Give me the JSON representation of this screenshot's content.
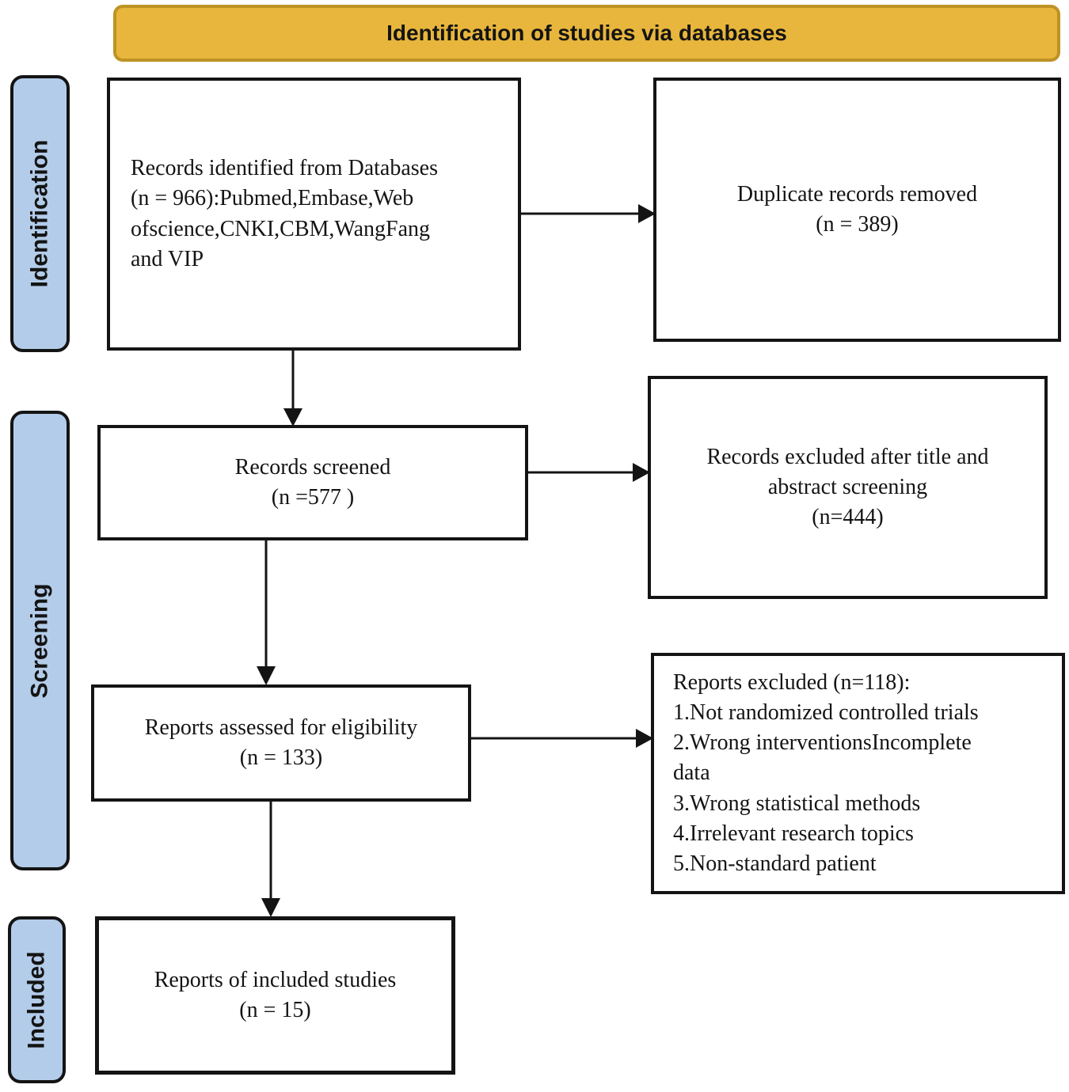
{
  "banner": {
    "title": "Identification of studies via databases"
  },
  "stages": {
    "identification": "Identification",
    "screening": "Screening",
    "included": "Included"
  },
  "boxes": {
    "records_identified": "Records identified from Databases\n(n = 966):Pubmed,Embase,Web\nofscience,CNKI,CBM,WangFang\nand VIP",
    "duplicates_removed": "Duplicate records removed\n(n = 389)",
    "records_screened": "Records screened\n(n =577 )",
    "records_excluded_title_abstract": "Records excluded after title and\nabstract screening\n(n=444)",
    "reports_assessed": "Reports assessed for eligibility\n(n = 133)",
    "reports_excluded": "Reports excluded (n=118):\n1.Not randomized controlled trials\n2.Wrong interventionsIncomplete\ndata\n3.Wrong statistical methods\n4.Irrelevant research topics\n5.Non-standard patient",
    "reports_included": "Reports of included studies\n(n = 15)"
  },
  "colors": {
    "banner_fill": "#E8B63C",
    "banner_border": "#BD9323",
    "stage_fill": "#B3CCE9",
    "stage_border": "#141414",
    "box_border": "#141414",
    "arrow": "#141414",
    "text": "#141414"
  }
}
